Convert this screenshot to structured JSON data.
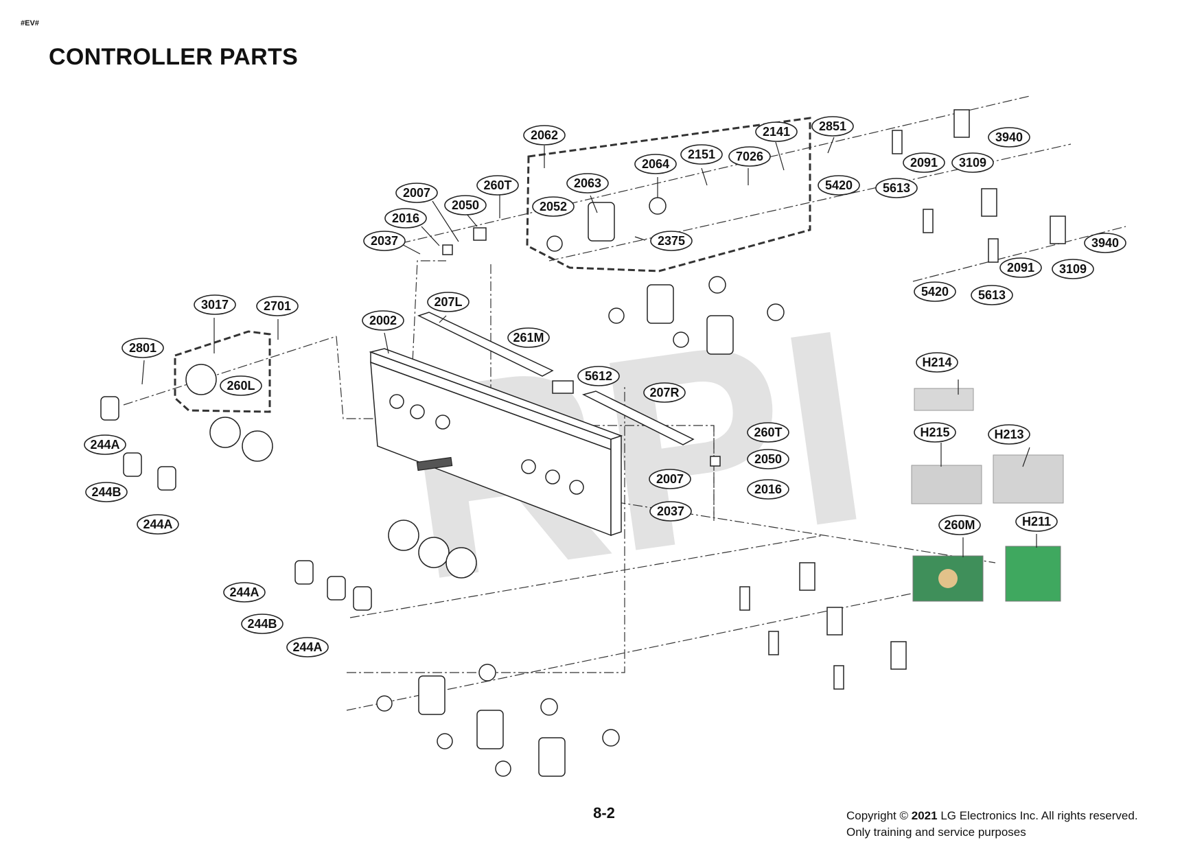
{
  "header": {
    "tag": "#EV#",
    "title": "CONTROLLER PARTS"
  },
  "watermark": "RPI",
  "callouts": [
    {
      "id": "c1",
      "label": "2062"
    },
    {
      "id": "c2",
      "label": "2007"
    },
    {
      "id": "c3",
      "label": "2050"
    },
    {
      "id": "c4",
      "label": "260T"
    },
    {
      "id": "c5",
      "label": "2016"
    },
    {
      "id": "c6",
      "label": "2037"
    },
    {
      "id": "c7",
      "label": "2063"
    },
    {
      "id": "c8",
      "label": "2052"
    },
    {
      "id": "c9",
      "label": "2064"
    },
    {
      "id": "c10",
      "label": "2151"
    },
    {
      "id": "c11",
      "label": "7026"
    },
    {
      "id": "c12",
      "label": "2141"
    },
    {
      "id": "c13",
      "label": "2851"
    },
    {
      "id": "c14",
      "label": "2375"
    },
    {
      "id": "c15",
      "label": "5420"
    },
    {
      "id": "c16",
      "label": "5613"
    },
    {
      "id": "c17",
      "label": "2091"
    },
    {
      "id": "c18",
      "label": "3109"
    },
    {
      "id": "c19",
      "label": "3940"
    },
    {
      "id": "c20",
      "label": "3940"
    },
    {
      "id": "c21",
      "label": "2091"
    },
    {
      "id": "c22",
      "label": "3109"
    },
    {
      "id": "c23",
      "label": "5420"
    },
    {
      "id": "c24",
      "label": "5613"
    },
    {
      "id": "c25",
      "label": "3017"
    },
    {
      "id": "c26",
      "label": "2701"
    },
    {
      "id": "c27",
      "label": "207L"
    },
    {
      "id": "c28",
      "label": "2002"
    },
    {
      "id": "c29",
      "label": "2801"
    },
    {
      "id": "c30",
      "label": "260L"
    },
    {
      "id": "c31",
      "label": "261M"
    },
    {
      "id": "c32",
      "label": "5612"
    },
    {
      "id": "c33",
      "label": "207R"
    },
    {
      "id": "c34",
      "label": "260T"
    },
    {
      "id": "c35",
      "label": "2050"
    },
    {
      "id": "c36",
      "label": "2007"
    },
    {
      "id": "c37",
      "label": "2016"
    },
    {
      "id": "c38",
      "label": "2037"
    },
    {
      "id": "c39",
      "label": "244A"
    },
    {
      "id": "c40",
      "label": "244B"
    },
    {
      "id": "c41",
      "label": "244A"
    },
    {
      "id": "c42",
      "label": "244A"
    },
    {
      "id": "c43",
      "label": "244B"
    },
    {
      "id": "c44",
      "label": "244A"
    },
    {
      "id": "c45",
      "label": "H214"
    },
    {
      "id": "c46",
      "label": "H215"
    },
    {
      "id": "c47",
      "label": "H213"
    },
    {
      "id": "c48",
      "label": "260M"
    },
    {
      "id": "c49",
      "label": "H211"
    }
  ],
  "footer": {
    "page": "8-2",
    "copyright_prefix": "Copyright ©",
    "copyright_year": "2021",
    "copyright_suffix": "LG Electronics Inc. All rights reserved.",
    "notice": "Only training and service purposes"
  }
}
